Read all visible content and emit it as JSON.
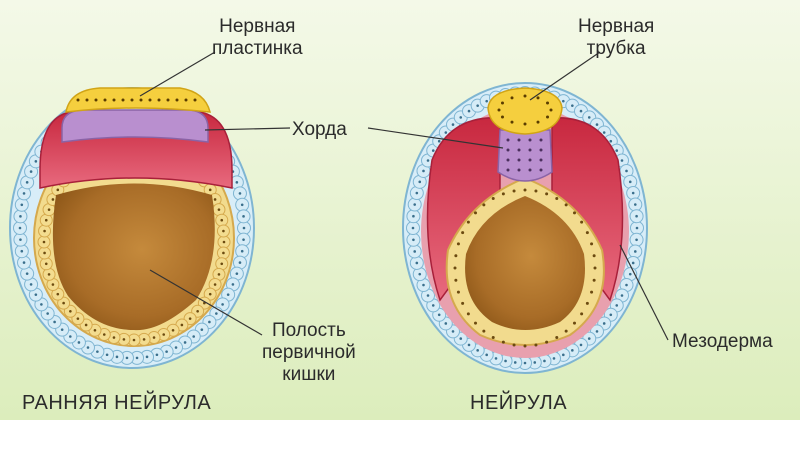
{
  "labels": {
    "neural_plate": [
      "Нервная",
      "пластинка"
    ],
    "neural_tube": [
      "Нервная",
      "трубка"
    ],
    "chord": "Хорда",
    "primary_gut_cavity": [
      "Полость",
      "первичной",
      "кишки"
    ],
    "mesoderm": "Мезодерма"
  },
  "captions": {
    "early": "РАННЯЯ НЕЙРУЛА",
    "late": "НЕЙРУЛА"
  },
  "colors": {
    "background_top": "#f2f8e4",
    "background_bottom": "#d9ecb8",
    "ectoderm": "#d6ecf7",
    "ectoderm_edge": "#7fb5d2",
    "neural": "#f5cf3e",
    "chord": "#b98fcf",
    "mesoderm": "#d94a67",
    "endoderm": "#f3dc8f",
    "endoderm_edge": "#d5a94d",
    "gut_cavity": "#b57a2d",
    "leader_line": "#333333"
  }
}
